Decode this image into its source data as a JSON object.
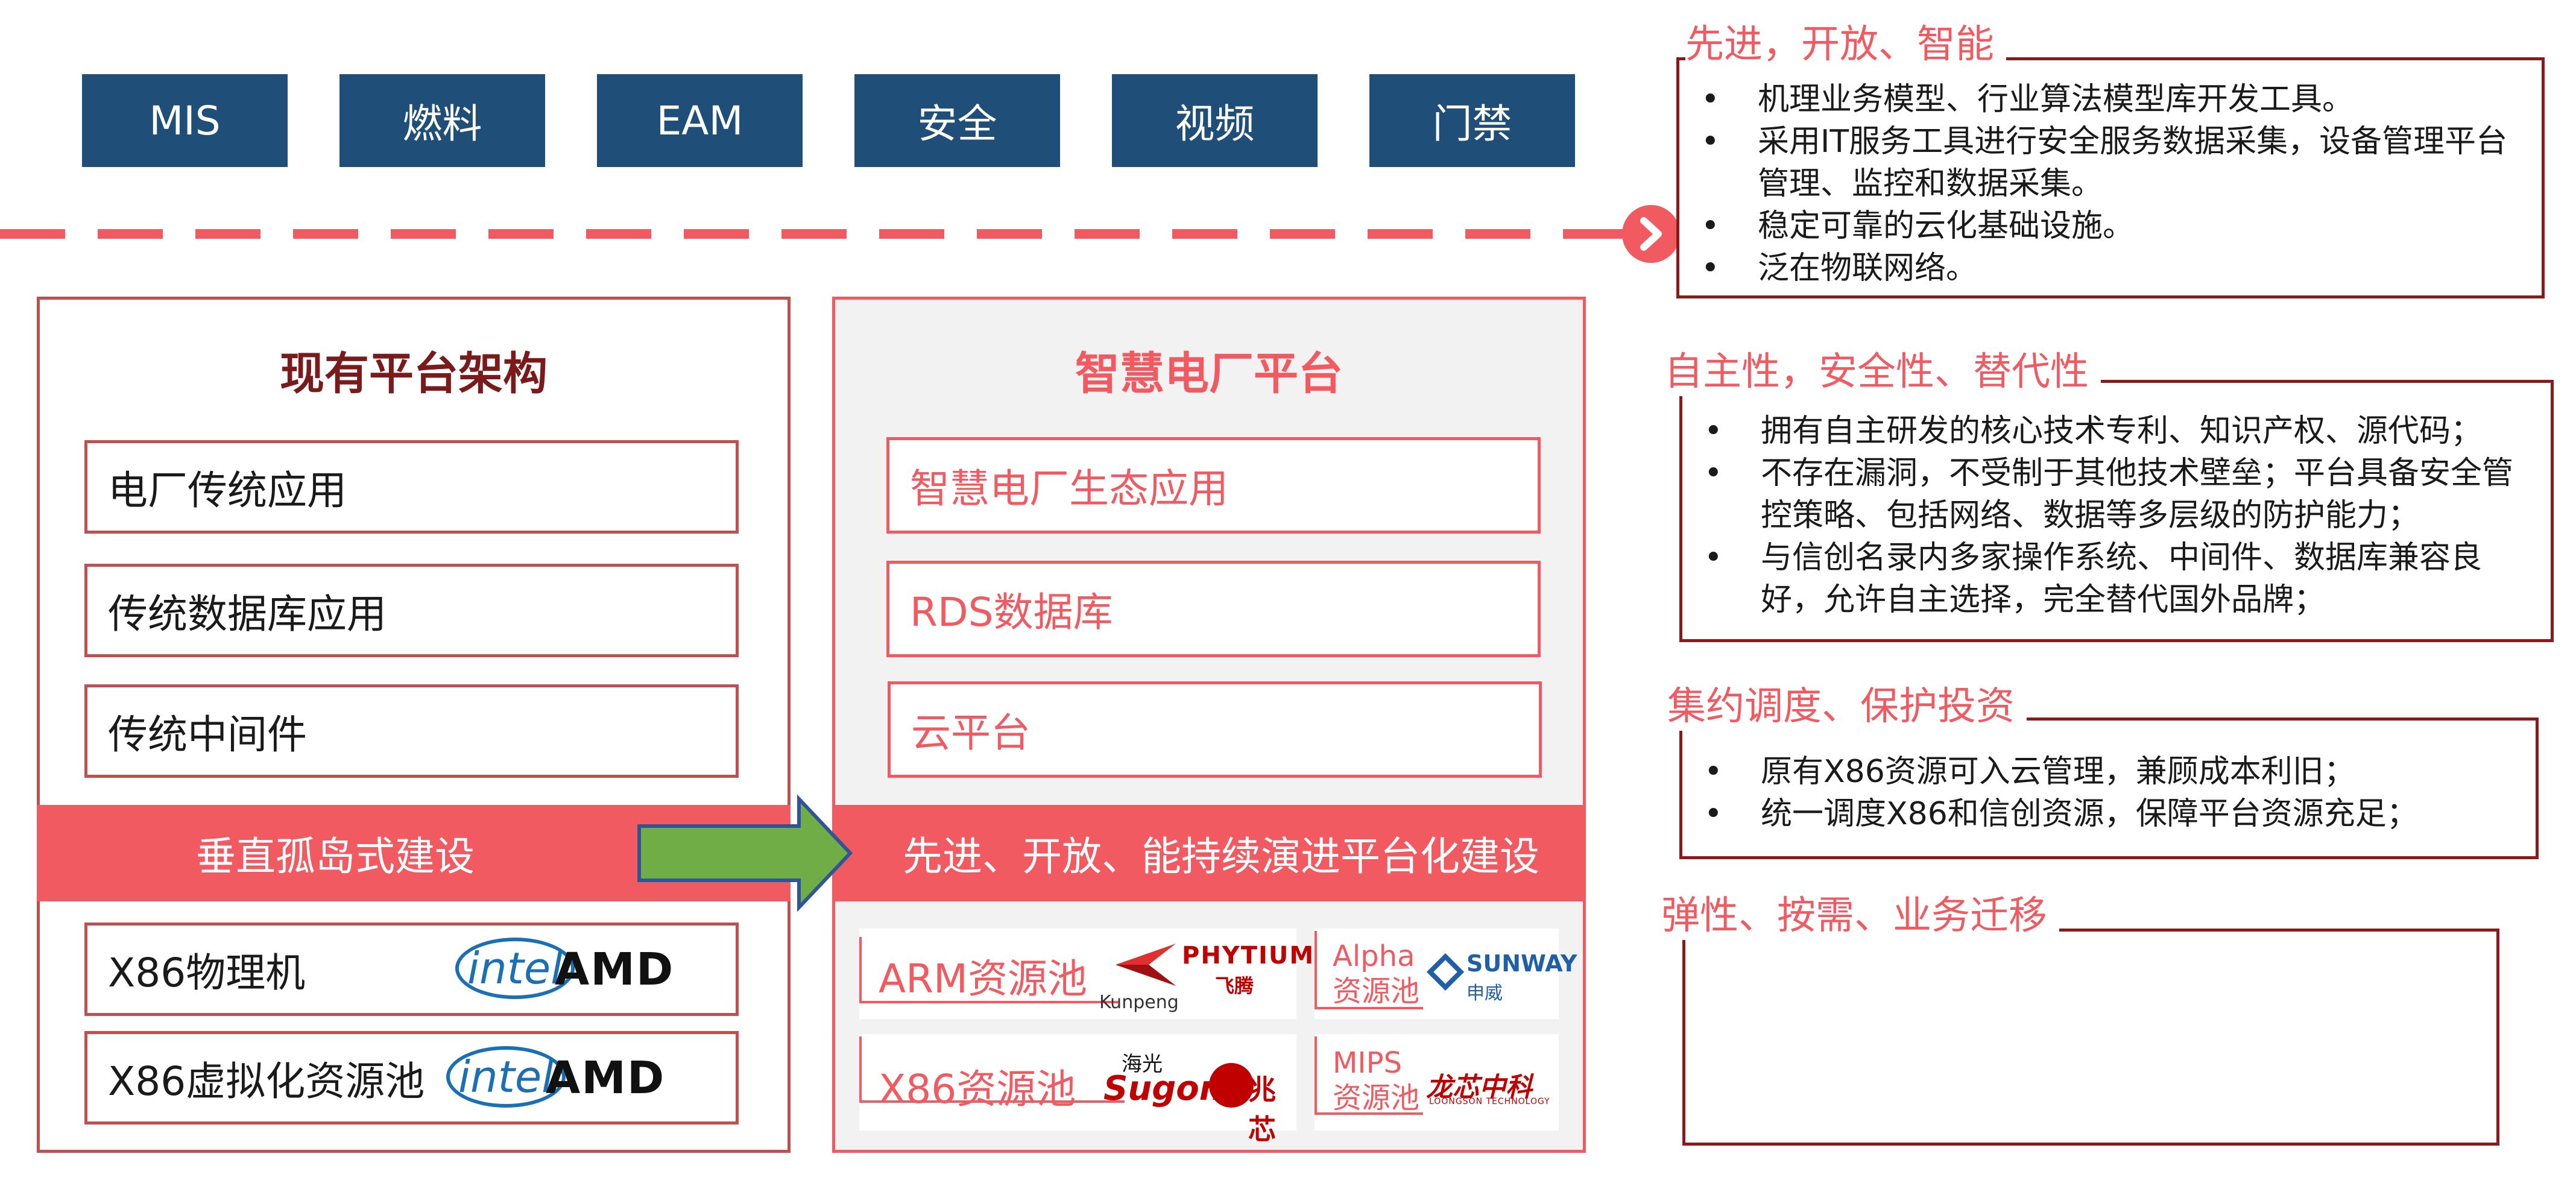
{
  "top_systems": [
    "MIS",
    "燃料",
    "EAM",
    "安全",
    "视频",
    "门禁"
  ],
  "left_panel": {
    "title": "现有平台架构",
    "layers": [
      "电厂传统应用",
      "传统数据库应用",
      "传统中间件"
    ],
    "band": "垂直孤岛式建设",
    "hardware": [
      "X86物理机",
      "X86虚拟化资源池"
    ],
    "logos": {
      "intel": "intel",
      "amd": "AMD"
    }
  },
  "right_panel": {
    "title": "智慧电厂平台",
    "layers": [
      "智慧电厂生态应用",
      "RDS数据库",
      "云平台"
    ],
    "band": "先进、开放、能持续演进平台化建设",
    "resources": {
      "arm": "ARM资源池",
      "alpha_line1": "Alpha",
      "alpha_line2": "资源池",
      "x86": "X86资源池",
      "mips_line1": "MIPS",
      "mips_line2": "资源池"
    },
    "logos": {
      "kunpeng": "Kunpeng",
      "phytium_en": "PHYTIUM",
      "phytium_cn": "飞腾",
      "sunway_en": "SUNWAY",
      "sunway_cn": "申威",
      "sugon_cn": "海光",
      "sugon_en": "Sugon",
      "zhaoxin": "兆芯",
      "loongson_cn": "龙芯中科",
      "loongson_en": "LOONGSON TECHNOLOGY"
    }
  },
  "sections": [
    {
      "title": "先进，开放、智能",
      "bullets": [
        "机理业务模型、行业算法模型库开发工具。",
        "采用IT服务工具进行安全服务数据采集，设备管理平台管理、监控和数据采集。",
        "稳定可靠的云化基础设施。",
        "泛在物联网络。"
      ]
    },
    {
      "title": "自主性，安全性、替代性",
      "bullets": [
        "拥有自主研发的核心技术专利、知识产权、源代码；",
        "不存在漏洞，不受制于其他技术壁垒；平台具备安全管控策略、包括网络、数据等多层级的防护能力；",
        "与信创名录内多家操作系统、中间件、数据库兼容良好，允许自主选择，完全替代国外品牌；"
      ]
    },
    {
      "title": "集约调度、保护投资",
      "bullets": [
        "原有X86资源可入云管理，兼顾成本利旧；",
        "统一调度X86和信创资源，保障平台资源充足；"
      ]
    },
    {
      "title": "弹性、按需、业务迁移",
      "bullets": []
    }
  ],
  "colors": {
    "navy": "#1f4e79",
    "accent_red": "#f15a60",
    "dark_red": "#c0504d",
    "box_border": "#8b1a1a",
    "green_arrow": "#70ad47"
  }
}
